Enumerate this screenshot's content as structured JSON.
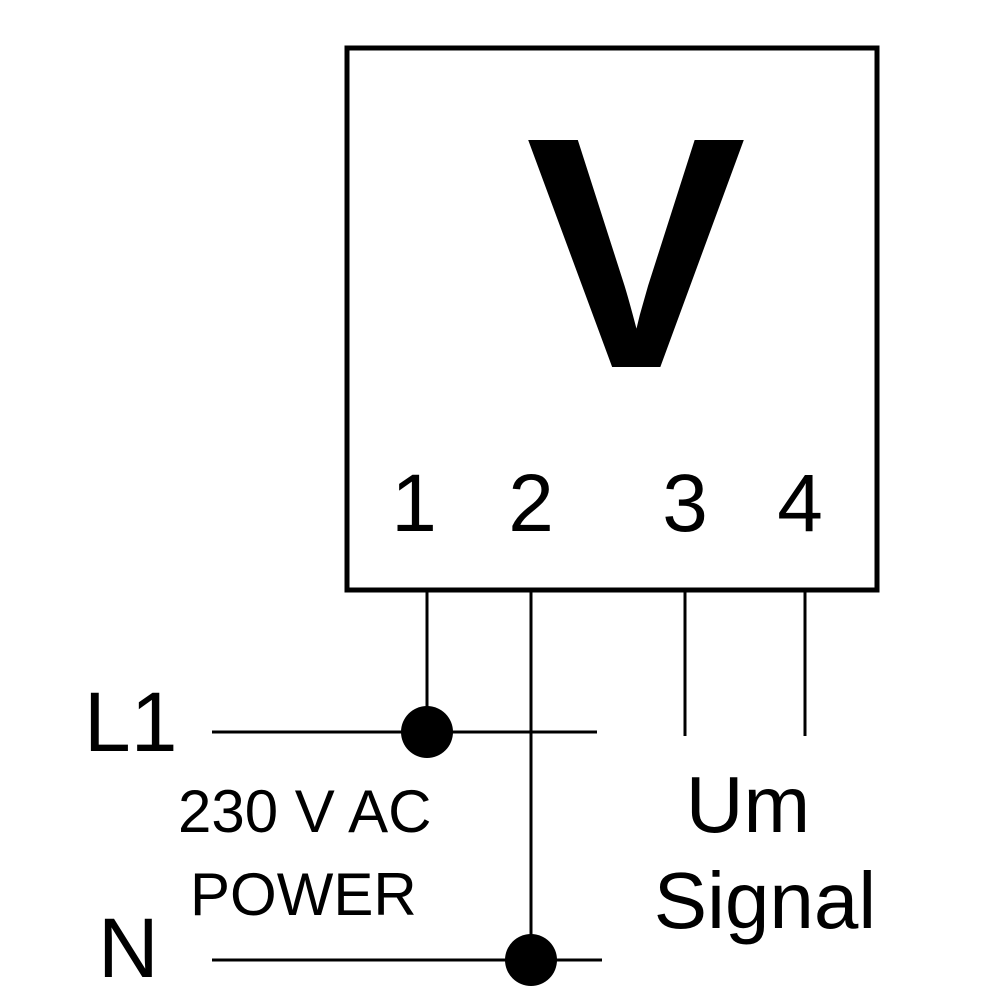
{
  "device": {
    "symbol": "V",
    "terminals": [
      "1",
      "2",
      "3",
      "4"
    ]
  },
  "supply": {
    "line_label": "L1",
    "neutral_label": "N",
    "voltage_label": "230 V AC",
    "power_label": "POWER"
  },
  "signal": {
    "um_label": "Um",
    "signal_label": "Signal"
  }
}
